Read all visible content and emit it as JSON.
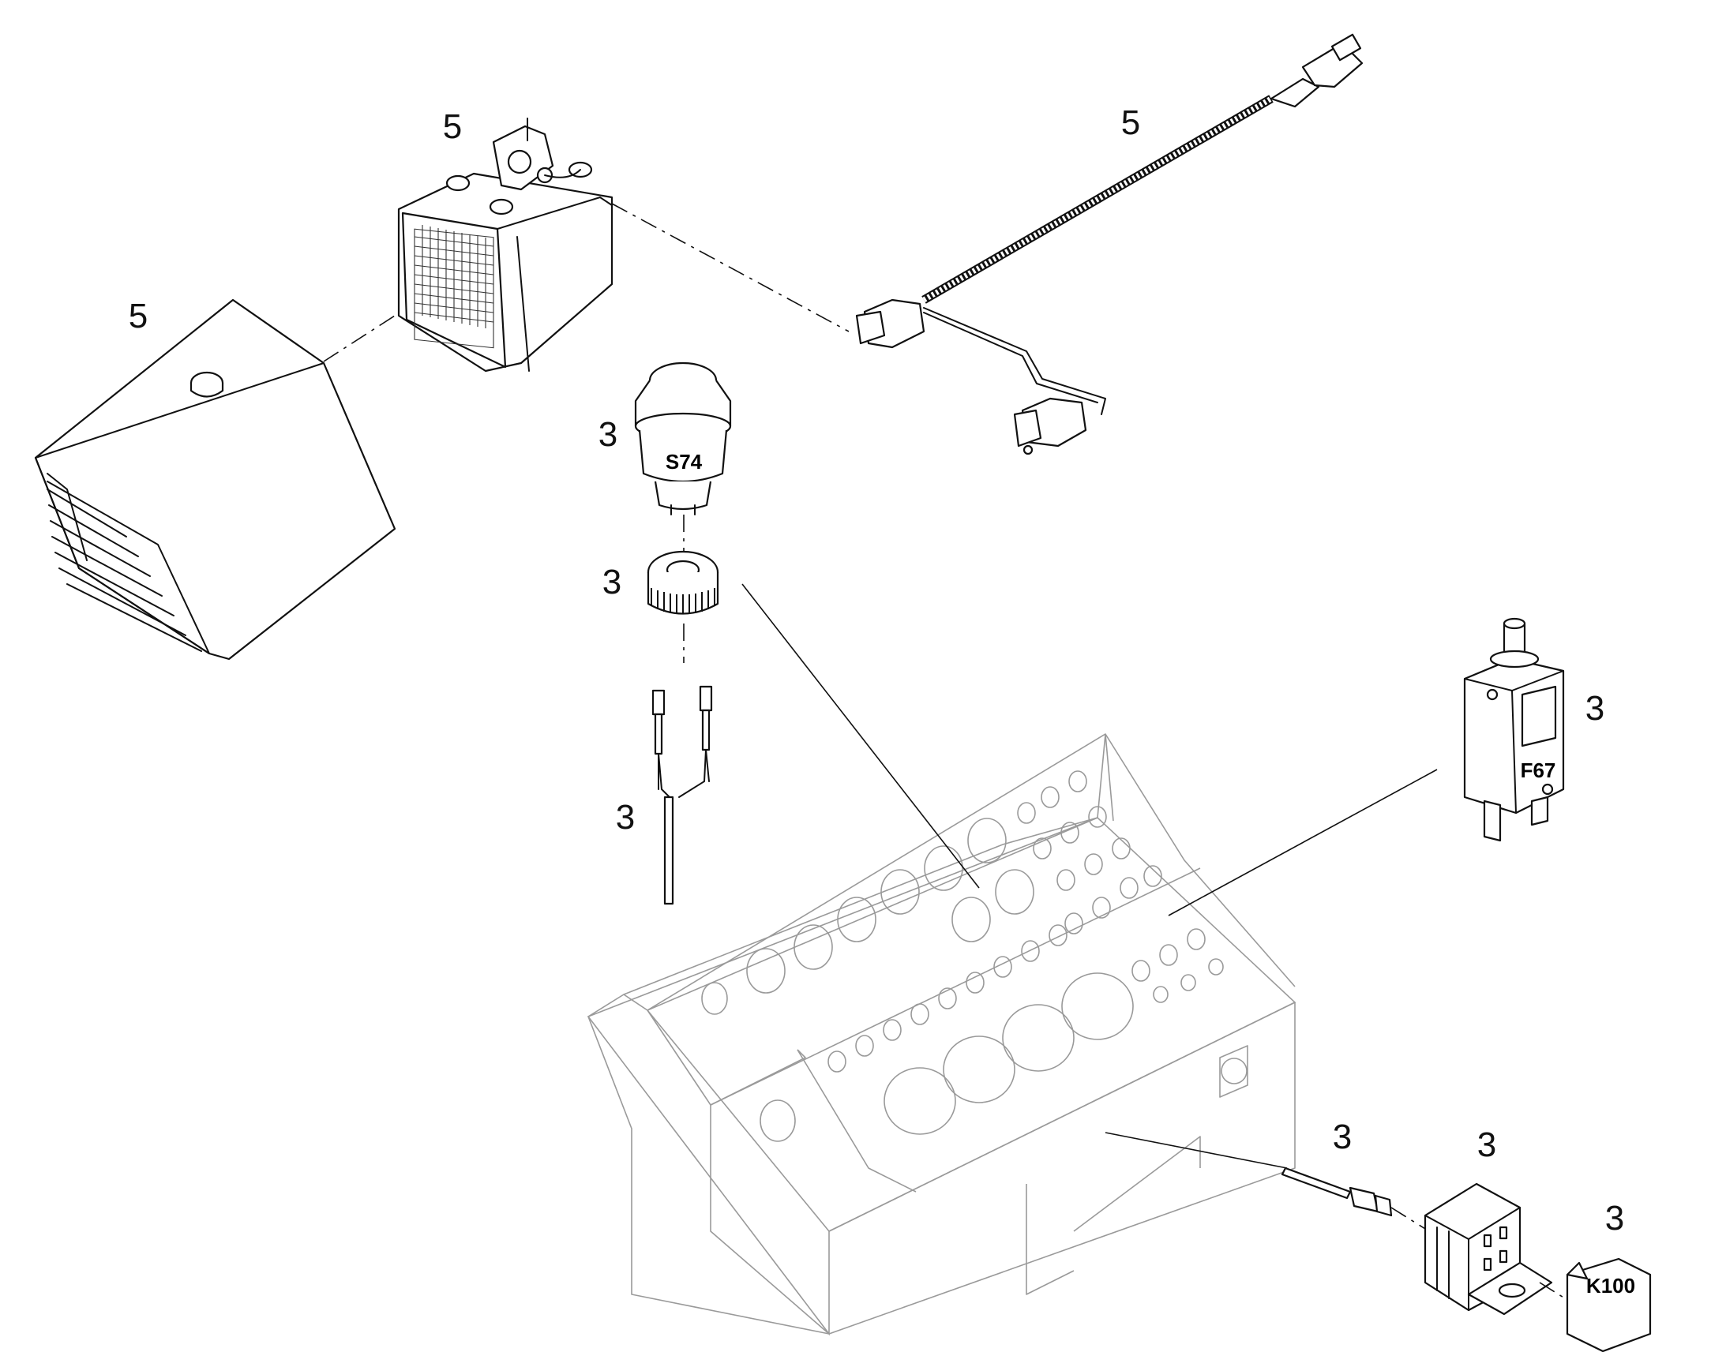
{
  "callouts": {
    "heater_cover": "5",
    "heater_unit": "5",
    "harness": "5",
    "switch": "3",
    "switch_nut": "3",
    "switch_wires": "3",
    "breaker": "3",
    "terminal": "3",
    "relay_socket": "3",
    "relay": "3"
  },
  "part_labels": {
    "switch": "S74",
    "breaker": "F67",
    "relay": "K100"
  }
}
